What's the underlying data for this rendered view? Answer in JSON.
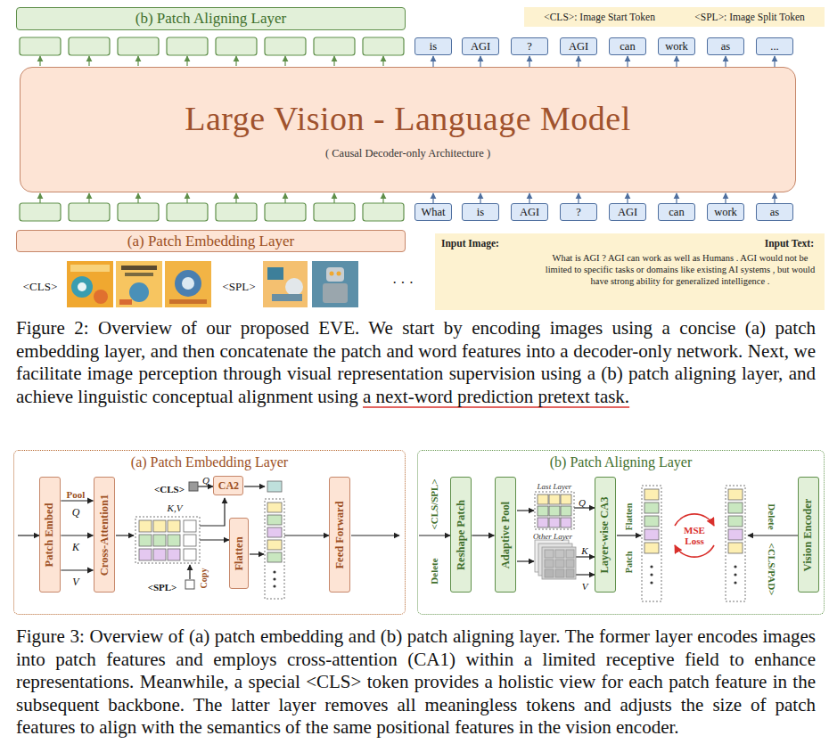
{
  "diagram": {
    "nodes": [
      {
        "text": [
          "(b) Patch Aligning Layer"
        ]
      },
      {
        "text": [
          "<CLS>: Image Start Token",
          "<SPL>: Image Split Token"
        ]
      },
      {
        "text": [
          "is"
        ]
      },
      {
        "text": [
          "AGI"
        ]
      },
      {
        "text": [
          "?"
        ]
      },
      {
        "text": [
          "AGI"
        ]
      },
      {
        "text": [
          "can"
        ]
      },
      {
        "text": [
          "work"
        ]
      },
      {
        "text": [
          "as"
        ]
      },
      {
        "text": [
          "..."
        ]
      },
      {
        "text": [
          "Large Vision - Language Model",
          "( Causal Decoder-only Architecture )"
        ]
      },
      {
        "text": [
          "What"
        ]
      },
      {
        "text": [
          "is"
        ]
      },
      {
        "text": [
          "AGI"
        ]
      },
      {
        "text": [
          "?"
        ]
      },
      {
        "text": [
          "AGI"
        ]
      },
      {
        "text": [
          "can"
        ]
      },
      {
        "text": [
          "work"
        ]
      },
      {
        "text": [
          "as"
        ]
      },
      {
        "text": [
          "(a) Patch Embedding Layer"
        ]
      },
      {
        "text": [
          "Input Image:",
          "Input Text:",
          "What is AGI ? AGI can work as well as Humans . AGI would not be limited to specific tasks or domains like existing AI systems , but would have strong ability for generalized intelligence ."
        ]
      },
      {
        "text": [
          "(a) Patch Embedding Layer"
        ]
      },
      {
        "text": [
          "Patch Embed"
        ],
        "in": 21
      },
      {
        "text": [
          "Cross-Attention1"
        ],
        "in": 21
      },
      {
        "text": [
          "CA2"
        ],
        "in": 21
      },
      {
        "text": [
          "Flatten"
        ],
        "in": 21
      },
      {
        "text": [
          "Feed Forward"
        ],
        "in": 21
      },
      {
        "text": [
          "(b) Patch Aligning Layer"
        ]
      },
      {
        "text": [
          "Reshape Patch"
        ],
        "in": 27
      },
      {
        "text": [
          "Adaptive Pool"
        ],
        "in": 27
      },
      {
        "text": [
          "Layer-wise CA3"
        ],
        "in": 27
      },
      {
        "text": [
          "Vision Encoder"
        ],
        "in": 27
      }
    ],
    "edges": [
      {
        "from": 11,
        "to": 10,
        "arrow": "to"
      },
      {
        "from": 12,
        "to": 10,
        "arrow": "to"
      },
      {
        "from": 13,
        "to": 10,
        "arrow": "to"
      },
      {
        "from": 14,
        "to": 10,
        "arrow": "to"
      },
      {
        "from": 15,
        "to": 10,
        "arrow": "to"
      },
      {
        "from": 16,
        "to": 10,
        "arrow": "to"
      },
      {
        "from": 17,
        "to": 10,
        "arrow": "to"
      },
      {
        "from": 18,
        "to": 10,
        "arrow": "to"
      },
      {
        "from": 10,
        "to": 2,
        "arrow": "to"
      },
      {
        "from": 10,
        "to": 3,
        "arrow": "to"
      },
      {
        "from": 10,
        "to": 4,
        "arrow": "to"
      },
      {
        "from": 10,
        "to": 5,
        "arrow": "to"
      },
      {
        "from": 10,
        "to": 6,
        "arrow": "to"
      },
      {
        "from": 10,
        "to": 7,
        "arrow": "to"
      },
      {
        "from": 10,
        "to": 8,
        "arrow": "to"
      },
      {
        "from": 10,
        "to": 9,
        "arrow": "to"
      },
      {
        "from": 22,
        "to": 23,
        "arrow": "to"
      },
      {
        "from": 22,
        "to": 23,
        "arrow": "to"
      },
      {
        "from": 22,
        "to": 23,
        "arrow": "to"
      },
      {
        "from": 28,
        "to": 29,
        "arrow": "to"
      }
    ],
    "labels": [
      "<CLS>",
      "<SPL>",
      "· · ·",
      "Figure 2: Overview of our proposed EVE. We start by encoding images using a concise (a) patch embedding layer, and then concatenate the patch and word features into a decoder-only network. Next, we facilitate image perception through visual representation supervision using a (b) patch aligning layer, and achieve linguistic conceptual alignment using a next-word prediction pretext task.",
      "Pool",
      "Q",
      "K",
      "V",
      "<CLS>",
      "Q",
      "K,V",
      "<SPL>",
      "Copy",
      "Delete",
      "<CLS/SPL>",
      "Last Layer",
      "Other Layer",
      "Q",
      "K",
      "V",
      "Flatten",
      "Patch",
      "MSE Loss",
      "Delete",
      "<CLS/PAD>",
      "Figure 3: Overview of (a) patch embedding and (b) patch aligning layer. The former layer encodes images into patch features and employs cross-attention (CA1) within a limited receptive field to enhance representations. Meanwhile, a special <CLS> token provides a holistic view for each patch feature in the subsequent backbone. The latter layer removes all meaningless tokens and adjusts the size of patch features to align with the semantics of the same positional features in the vision encoder."
    ]
  }
}
